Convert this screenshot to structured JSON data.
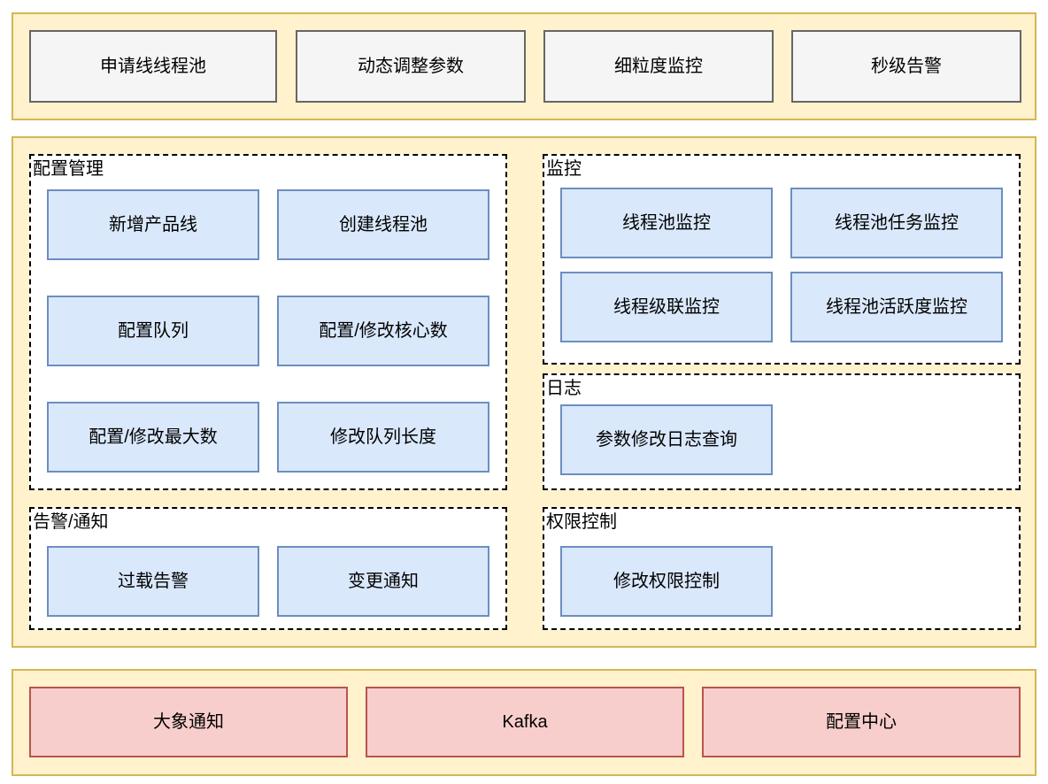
{
  "top": {
    "items": [
      {
        "label": "申请线线程池"
      },
      {
        "label": "动态调整参数"
      },
      {
        "label": "细粒度监控"
      },
      {
        "label": "秒级告警"
      }
    ]
  },
  "modules": {
    "sections": [
      {
        "title": "配置管理",
        "items": [
          {
            "label": "新增产品线"
          },
          {
            "label": "创建线程池"
          },
          {
            "label": "配置队列"
          },
          {
            "label": "配置/修改核心数"
          },
          {
            "label": "配置/修改最大数"
          },
          {
            "label": "修改队列长度"
          }
        ]
      },
      {
        "title": "告警/通知",
        "items": [
          {
            "label": "过载告警"
          },
          {
            "label": "变更通知"
          }
        ]
      },
      {
        "title": "监控",
        "items": [
          {
            "label": "线程池监控"
          },
          {
            "label": "线程池任务监控"
          },
          {
            "label": "线程级联监控"
          },
          {
            "label": "线程池活跃度监控"
          }
        ]
      },
      {
        "title": "日志",
        "items": [
          {
            "label": "参数修改日志查询"
          }
        ]
      },
      {
        "title": "权限控制",
        "items": [
          {
            "label": "修改权限控制"
          }
        ]
      }
    ]
  },
  "infra": {
    "items": [
      {
        "label": "大象通知"
      },
      {
        "label": "Kafka"
      },
      {
        "label": "配置中心"
      }
    ]
  },
  "colors": {
    "band_fill": "#FFF2CC",
    "band_border": "#D6B656",
    "feature_fill": "#F5F5F5",
    "feature_border": "#666666",
    "module_fill": "#DAE8FC",
    "module_border": "#6C8EBF",
    "infra_fill": "#F8CECC",
    "infra_border": "#B85450",
    "section_fill": "#FFFFFF",
    "section_border": "#000000",
    "text": "#000000"
  }
}
